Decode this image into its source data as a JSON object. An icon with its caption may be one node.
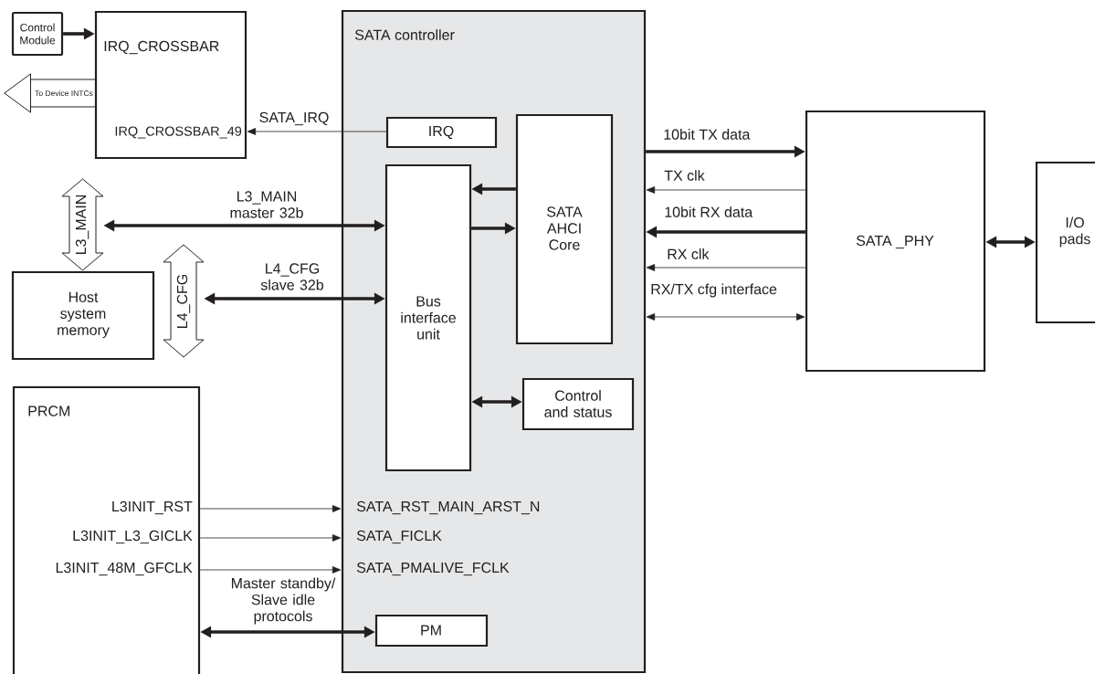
{
  "diagram": {
    "nodes": [
      {
        "text": [
          "Control Module"
        ]
      },
      {
        "text": [
          "IRQ_CROSSBAR",
          "IRQ_CROSSBAR_49"
        ]
      },
      {
        "text": [
          "SATA controller"
        ]
      },
      {
        "text": [
          "IRQ"
        ],
        "in": 2
      },
      {
        "text": [
          "SATA AHCI Core"
        ],
        "in": 2
      },
      {
        "text": [
          "Bus interface unit"
        ],
        "in": 2
      },
      {
        "text": [
          "Control and status"
        ],
        "in": 2
      },
      {
        "text": [
          "PM"
        ],
        "in": 2
      },
      {
        "text": [
          "L3_MAIN"
        ]
      },
      {
        "text": [
          "Host system memory"
        ]
      },
      {
        "text": [
          "L4_CFG"
        ]
      },
      {
        "text": [
          "PRCM"
        ]
      },
      {
        "text": [
          "SATA _PHY"
        ]
      },
      {
        "text": [
          "I/O pads"
        ]
      }
    ],
    "edges": [
      {
        "from": 0,
        "to": 1,
        "arrow": "to"
      },
      {
        "from": 3,
        "to": 1,
        "arrow": "to",
        "label": "SATA_IRQ"
      },
      {
        "from": 5,
        "to": 8,
        "arrow": "both",
        "label": "L3_MAIN master 32b"
      },
      {
        "from": 5,
        "to": 10,
        "arrow": "both",
        "label": "L4_CFG slave 32b"
      },
      {
        "from": 4,
        "to": 5,
        "arrow": "to"
      },
      {
        "from": 5,
        "to": 4,
        "arrow": "to"
      },
      {
        "from": 2,
        "to": 12,
        "arrow": "to",
        "label": "10bit TX data"
      },
      {
        "from": 12,
        "to": 2,
        "arrow": "to",
        "label": "TX clk"
      },
      {
        "from": 12,
        "to": 2,
        "arrow": "to",
        "label": "10bit RX data"
      },
      {
        "from": 12,
        "to": 2,
        "arrow": "to",
        "label": "RX clk"
      },
      {
        "from": 2,
        "to": 12,
        "arrow": "both",
        "label": "RX/TX cfg interface"
      },
      {
        "from": 12,
        "to": 13,
        "arrow": "both"
      },
      {
        "from": 5,
        "to": 6,
        "arrow": "both"
      },
      {
        "from": 11,
        "to": 2,
        "arrow": "to"
      },
      {
        "from": 11,
        "to": 2,
        "arrow": "to"
      },
      {
        "from": 11,
        "to": 2,
        "arrow": "to"
      },
      {
        "from": 11,
        "to": 7,
        "arrow": "both",
        "label": "Master standby/ Slave idle protocols"
      },
      {
        "from": 1,
        "to": null,
        "arrow": "to",
        "label": "To Device INTCs"
      }
    ],
    "labels": [
      "L3INIT_RST",
      "L3INIT_L3_GICLK",
      "L3INIT_48M_GFCLK",
      "SATA_RST_MAIN_ARST_N",
      "SATA_FICLK",
      "SATA_PMALIVE_FCLK"
    ]
  }
}
